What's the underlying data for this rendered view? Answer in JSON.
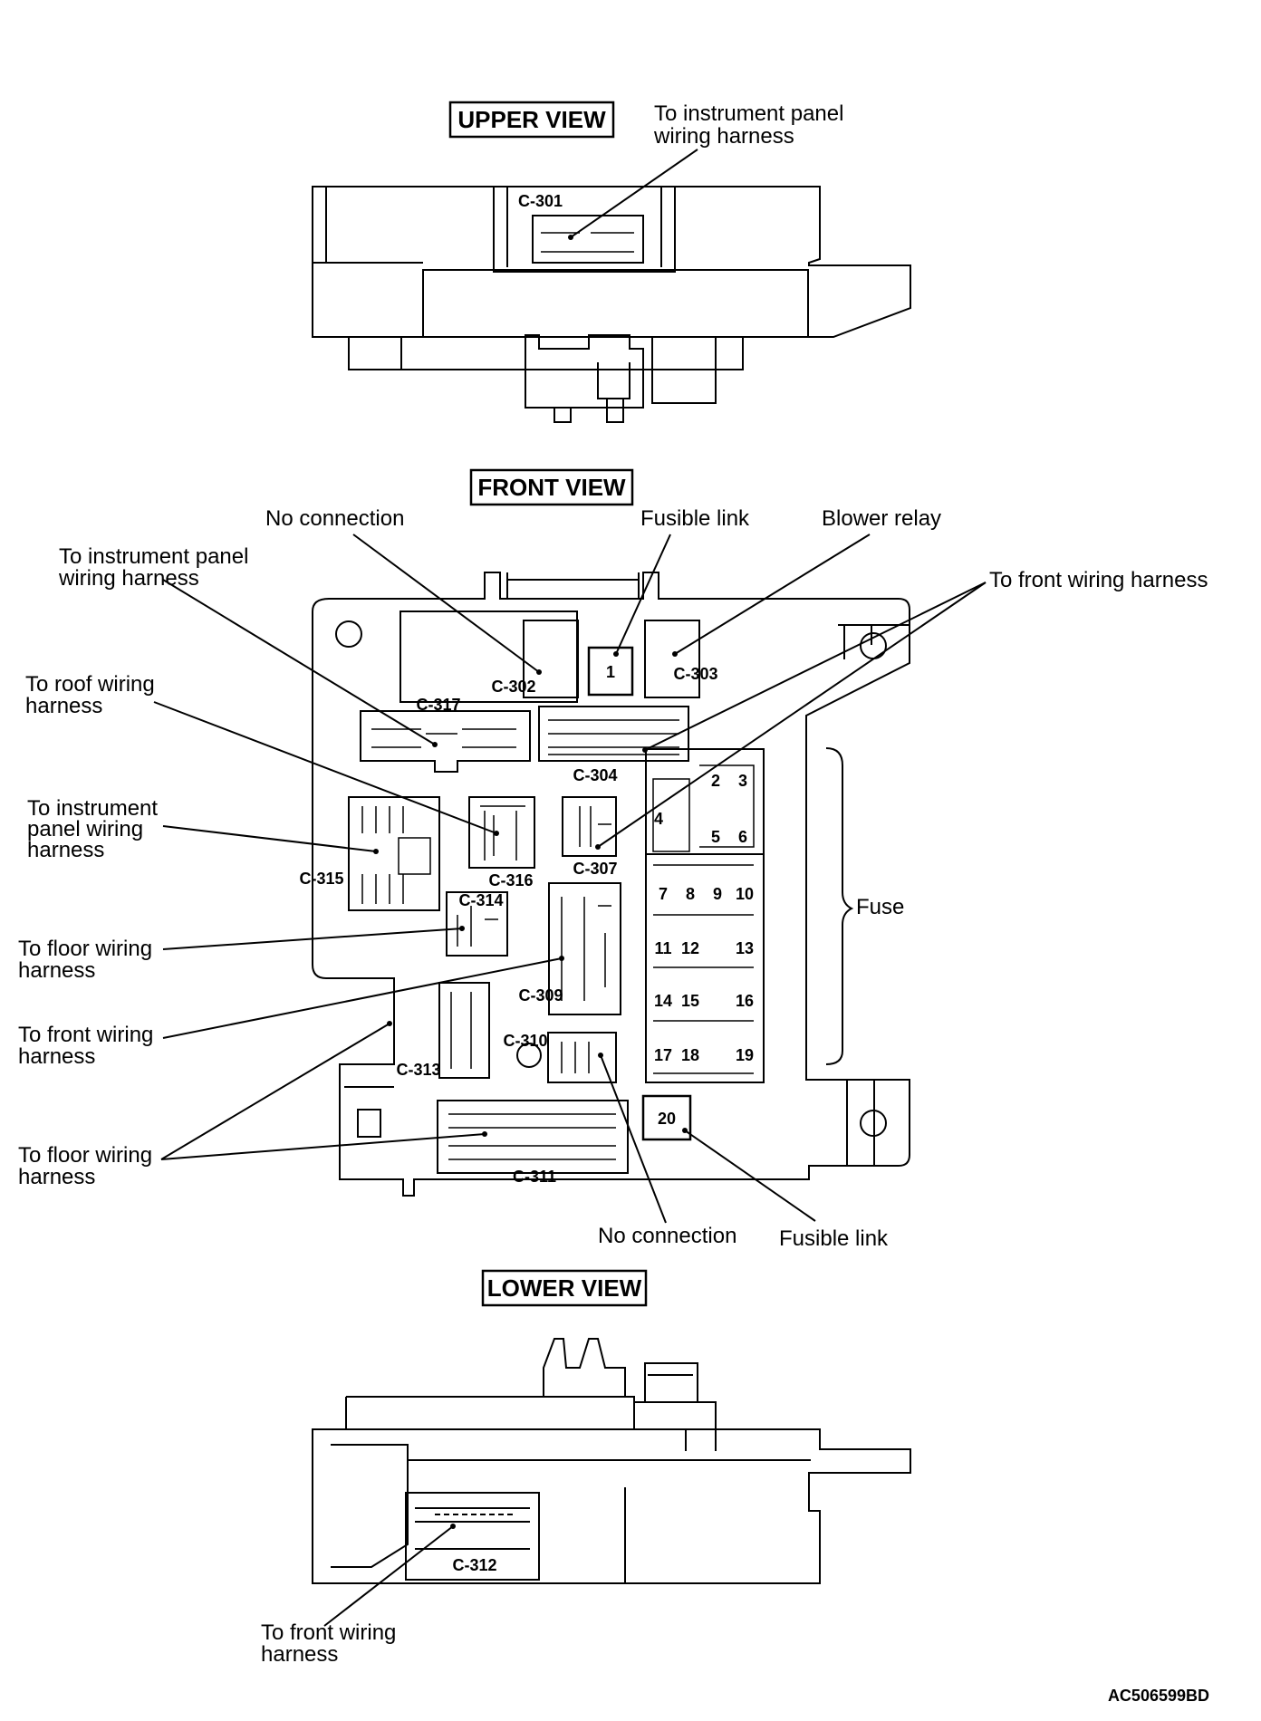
{
  "views": {
    "upper": "UPPER VIEW",
    "front": "FRONT VIEW",
    "lower": "LOWER VIEW"
  },
  "connectors": {
    "c301": "C-301",
    "c302": "C-302",
    "c303": "C-303",
    "c304": "C-304",
    "c307": "C-307",
    "c309": "C-309",
    "c310": "C-310",
    "c311": "C-311",
    "c312": "C-312",
    "c313": "C-313",
    "c314": "C-314",
    "c315": "C-315",
    "c316": "C-316",
    "c317": "C-317"
  },
  "labels": {
    "upper_ip_1": "To instrument panel",
    "upper_ip_2": "wiring harness",
    "no_connection_top": "No connection",
    "fusible_link_top": "Fusible link",
    "blower_relay": "Blower relay",
    "front_harness_right": "To front wiring harness",
    "ip_left_1": "To instrument panel",
    "ip_left_2": "wiring harness",
    "roof_1": "To roof wiring",
    "roof_2": "harness",
    "ip315_1": "To instrument",
    "ip315_2": "panel wiring",
    "ip315_3": "harness",
    "floor314_1": "To floor wiring",
    "floor314_2": "harness",
    "front309_1": "To front wiring",
    "front309_2": "harness",
    "floor_low_1": "To floor wiring",
    "floor_low_2": "harness",
    "no_connection_bottom": "No connection",
    "fusible_link_bottom": "Fusible link",
    "fuse": "Fuse",
    "lower_front_1": "To front wiring",
    "lower_front_2": "harness",
    "part_code": "AC506599BD"
  },
  "fuses": [
    "1",
    "2",
    "3",
    "4",
    "5",
    "6",
    "7",
    "8",
    "9",
    "10",
    "11",
    "12",
    "13",
    "14",
    "15",
    "16",
    "17",
    "18",
    "19",
    "20"
  ]
}
